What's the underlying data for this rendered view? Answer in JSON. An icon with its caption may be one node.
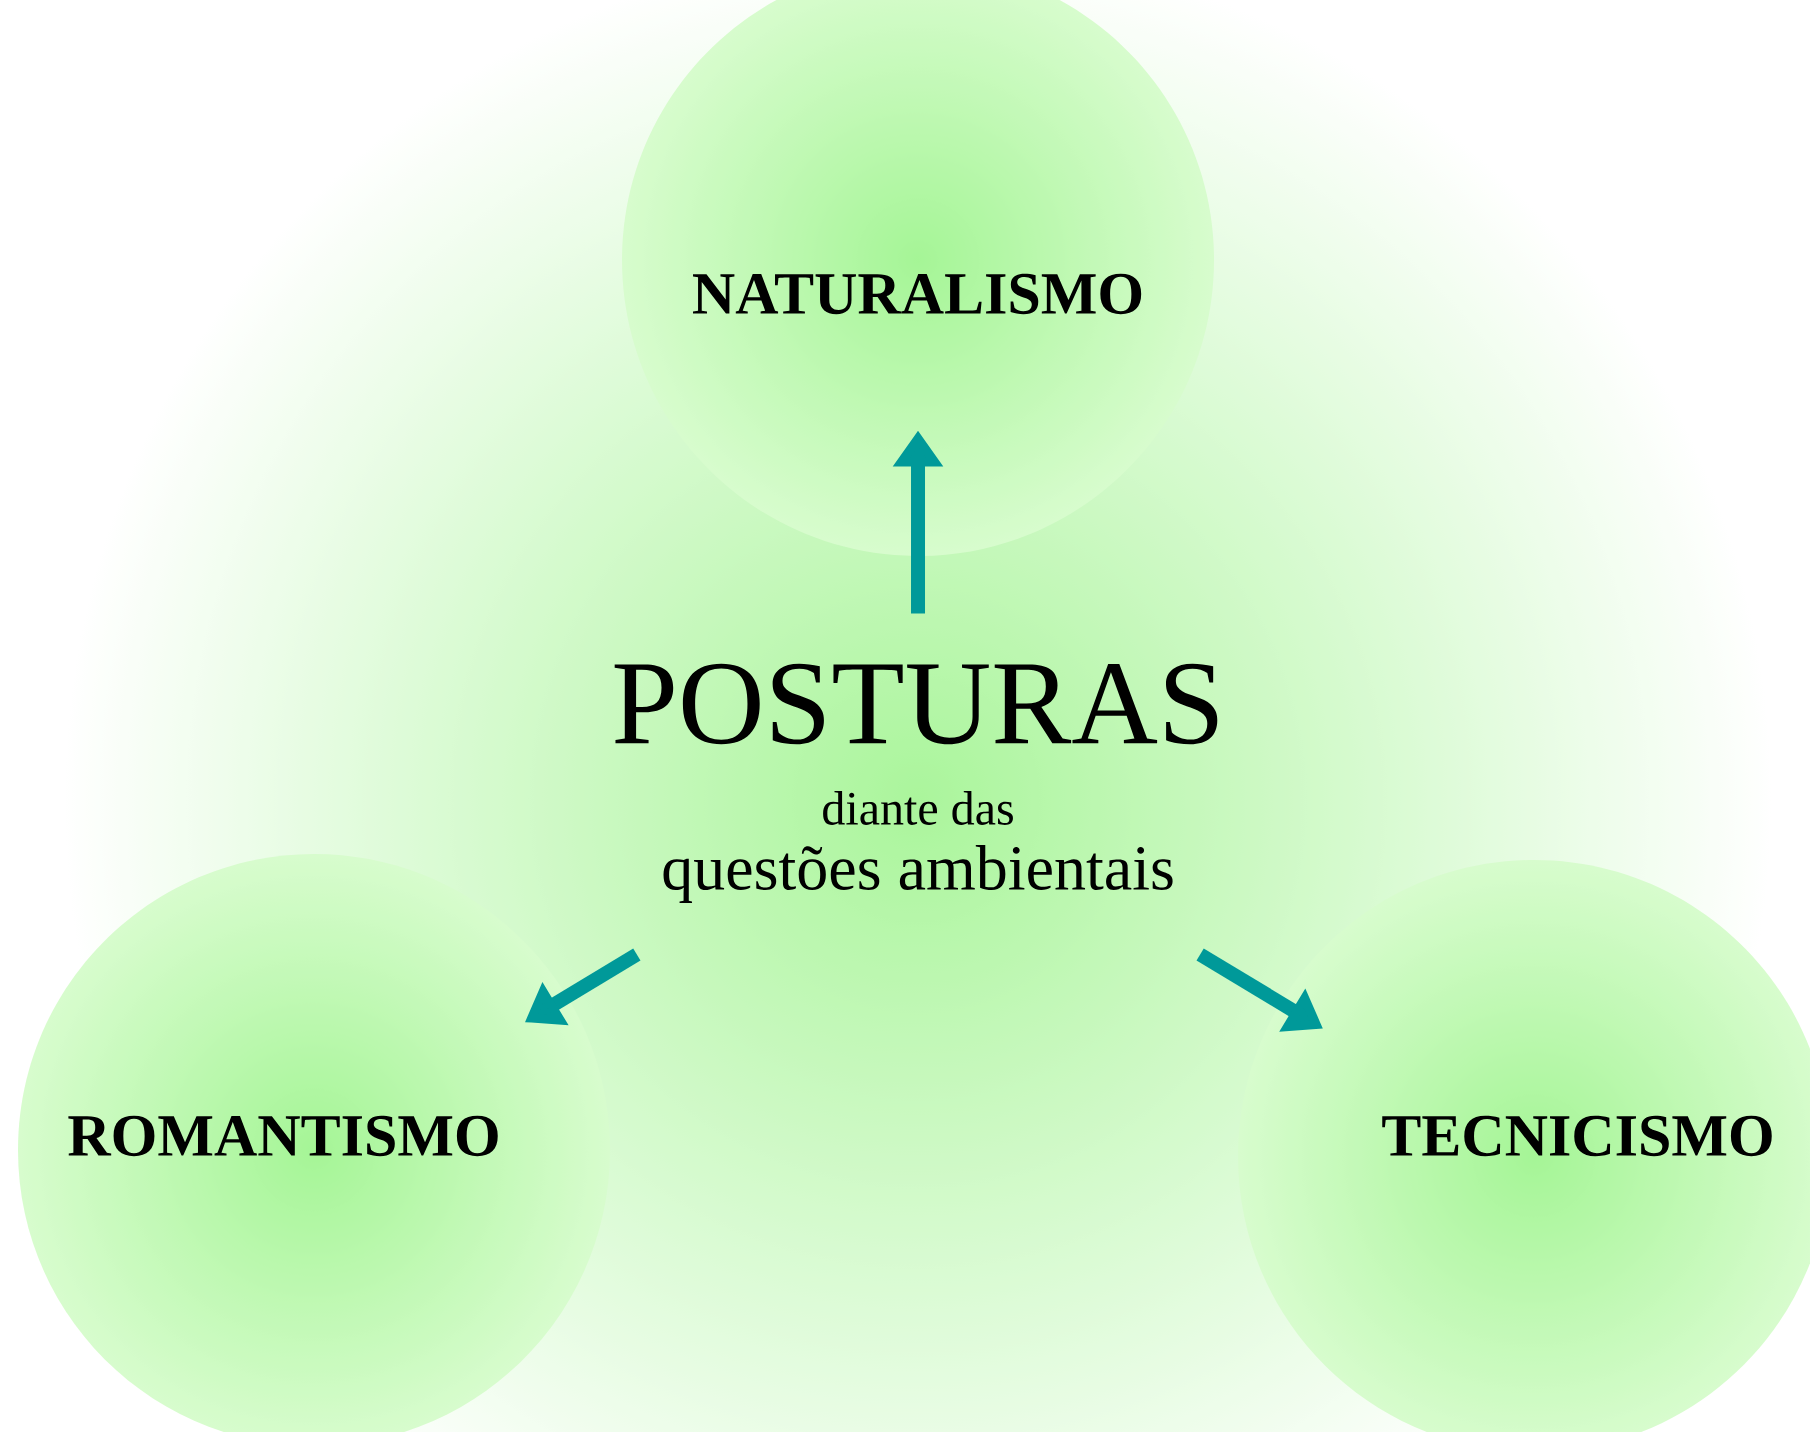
{
  "diagram": {
    "nodes": [
      {
        "text": [
          "POSTURAS",
          "diante das",
          "questões ambientais"
        ]
      },
      {
        "text": [
          "NATURALISMO"
        ]
      },
      {
        "text": [
          "ROMANTISMO"
        ]
      },
      {
        "text": [
          "TECNICISMO"
        ]
      }
    ],
    "edges": [
      {
        "from": 0,
        "to": 1,
        "arrow": "to"
      },
      {
        "from": 0,
        "to": 2,
        "arrow": "to"
      },
      {
        "from": 0,
        "to": 3,
        "arrow": "to"
      }
    ]
  }
}
